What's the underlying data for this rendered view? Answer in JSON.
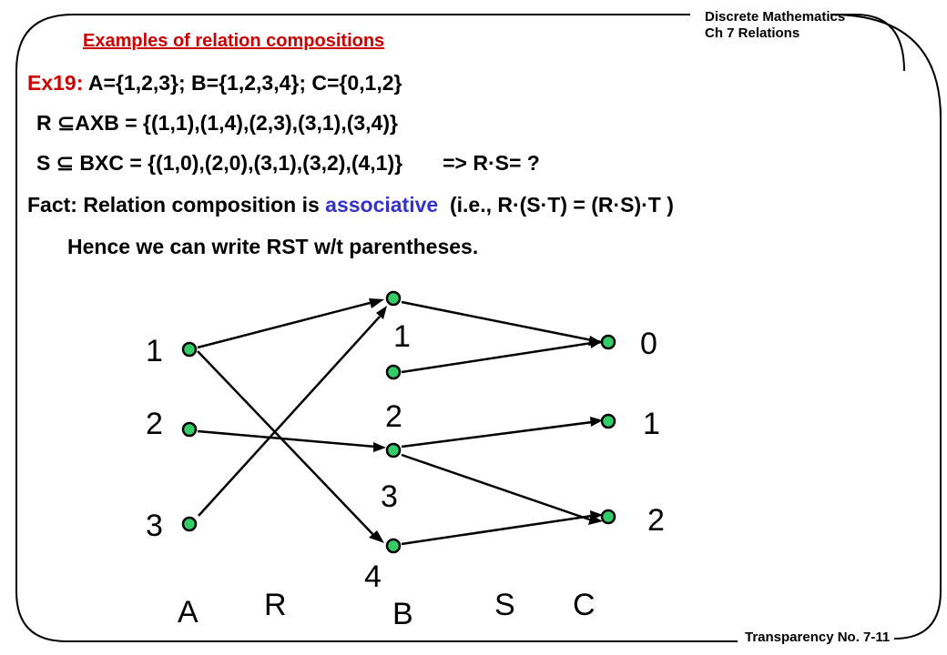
{
  "header": {
    "course": "Discrete Mathematics",
    "chapter": "Ch 7 Relations"
  },
  "footer": {
    "transparency": "Transparency No. 7-11"
  },
  "title": "Examples of relation compositions",
  "lines": {
    "ex_label": "Ex19:",
    "ex_text": " A={1,2,3}; B={1,2,3,4}; C={0,1,2}",
    "r_text": "R ⊆AXB = {(1,1),(1,4),(2,3),(3,1),(3,4)}",
    "s_text": "S ⊆ BXC = {(1,0),(2,0),(3,1),(3,2),(4,1)}",
    "s_question": "=> R·S= ?",
    "fact_prefix": "Fact: Relation composition is ",
    "fact_keyword": "associative",
    "fact_suffix": "  (i.e., R·(S·T) = (R·S)·T )",
    "hence": "Hence we can write RST w/t parentheses."
  },
  "diagram": {
    "set_a": {
      "name": "A",
      "elements": [
        "1",
        "2",
        "3"
      ]
    },
    "set_b": {
      "name": "B",
      "elements": [
        "1",
        "2",
        "3",
        "4"
      ]
    },
    "set_c": {
      "name": "C",
      "elements": [
        "0",
        "1",
        "2"
      ]
    },
    "relation_r": "R",
    "relation_s": "S",
    "node_color": "#33cc66"
  }
}
